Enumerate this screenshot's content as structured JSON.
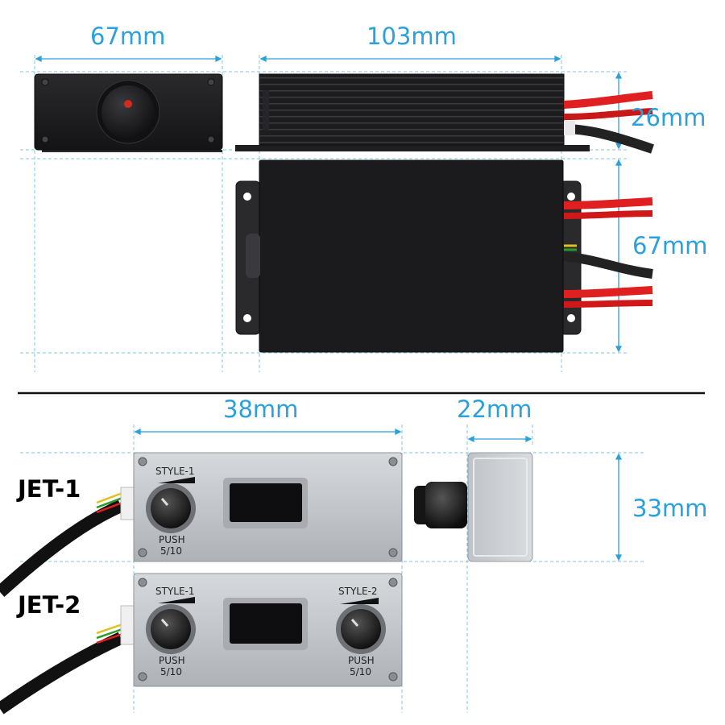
{
  "dimensions": {
    "top_width": "67mm",
    "top_length": "103mm",
    "top_height": "26mm",
    "top_depth": "67mm",
    "ctrl_width": "38mm",
    "ctrl_depth": "22mm",
    "ctrl_height": "33mm"
  },
  "models": {
    "jet1": "JET-1",
    "jet2": "JET-2"
  },
  "panel": {
    "style1": "STYLE-1",
    "style2": "STYLE-2",
    "push": "PUSH",
    "steps": "5/10"
  },
  "colors": {
    "dimension": "#2aa0dc",
    "box": "#1c1c1e",
    "panel": "#c4c8cc",
    "wire_red": "#e02020"
  }
}
